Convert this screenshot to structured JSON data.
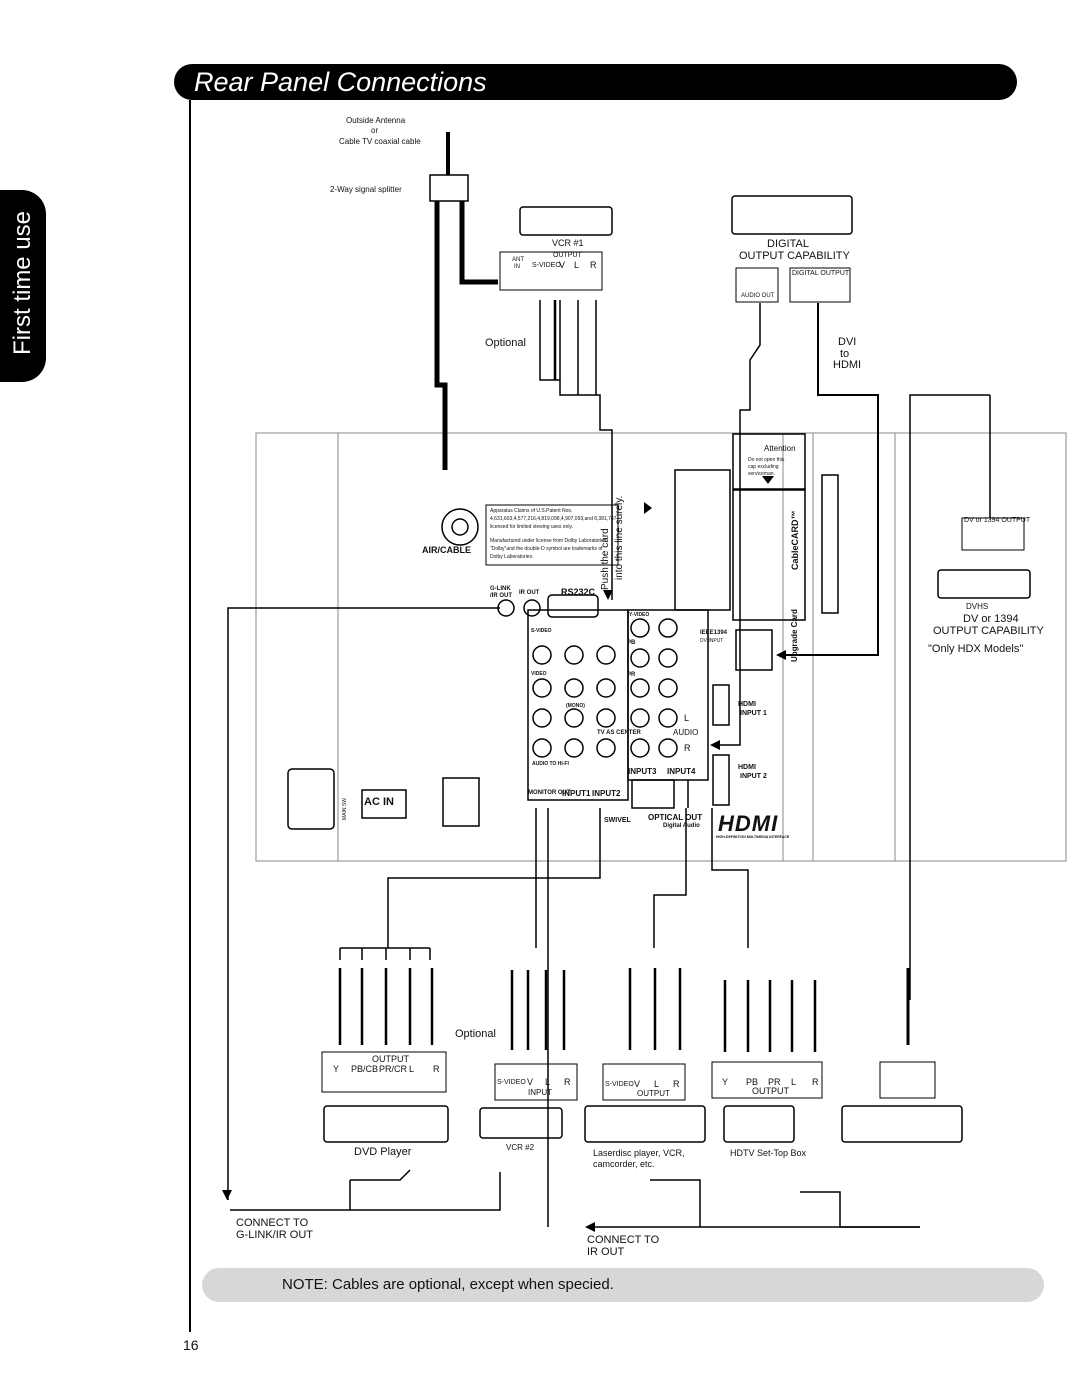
{
  "header": {
    "title": "Rear Panel Connections"
  },
  "side_tab": {
    "label": "First time use"
  },
  "antenna": {
    "source_line1": "Outside Antenna",
    "source_or": "or",
    "source_line2": "Cable TV coaxial cable",
    "splitter": "2-Way signal splitter"
  },
  "vcr1": {
    "name": "VCR #1",
    "output": "OUTPUT",
    "ant": "ANT",
    "in": "IN",
    "svideo": "S-VIDEO",
    "v": "V",
    "l": "L",
    "r": "R",
    "optional": "Optional"
  },
  "digital": {
    "line1": "DIGITAL",
    "line2": "OUTPUT CAPABILITY",
    "digital_output": "DIGITAL OUTPUT",
    "audio_out": "AUDIO OUT",
    "dvi": "DVI",
    "to": "to",
    "hdmi": "HDMI"
  },
  "dvhs": {
    "port": "DV or 1394 OUTPUT",
    "name": "DVHS",
    "line1": "DV or 1394",
    "line2": "OUTPUT CAPABILITY",
    "models": "\"Only  HDX Models\""
  },
  "panel": {
    "air_cable": "AIR/CABLE",
    "patent1": "Apparatus Claims of U.S.Patent Nos.",
    "patent2": "4,631,603,4,577,216,4,819,098,4,907,093,and 6,381,747",
    "patent3": "licensed for limited viewing uses only.",
    "dolby1": "Manufactured under license from Dolby Laboratories.",
    "dolby2": "\"Dolby\"and the double-D symbol are trademarks of",
    "dolby3": "Dolby Laboratories.",
    "push_card": "Push the card",
    "into_line": "into this line surely.",
    "attention": "Attention",
    "attention_text1": "Do not open this",
    "attention_text2": "cap excluding",
    "attention_text3": "serviceman.",
    "cablecard": "CableCARD™",
    "upgrade_card": "Upgrade Card",
    "glink": "G-LINK",
    "ir_out_small": "/IR OUT",
    "ir_out": "IR OUT",
    "rs232c": "RS232C",
    "svideo": "S-VIDEO",
    "video": "VIDEO",
    "mono": "(MONO)",
    "yvideo": "Y-VIDEO",
    "pb": "PB",
    "pr": "PR",
    "ieee": "IEEE1394",
    "dv_input": "DV INPUT",
    "hdmi": "HDMI",
    "input1_hdmi": "INPUT 1",
    "input2_hdmi": "INPUT 2",
    "l": "L",
    "r": "R",
    "tv_as_center": "TV AS CENTER",
    "audio": "AUDIO",
    "audio_to_hifi": "AUDIO TO HI-FI",
    "monitor_out": "MONITOR OUT",
    "input1": "INPUT1",
    "input2": "INPUT2",
    "input3": "INPUT3",
    "input4": "INPUT4",
    "swivel": "SWIVEL",
    "optical_out": "OPTICAL  OUT",
    "digital_audio": "Digital  Audio",
    "hdmi_logo": "HDMI",
    "hdmi_tagline": "HIGH-DEFINITION MULTIMEDIA INTERFACE",
    "ac_in": "AC  IN",
    "main_sw": "MAIN SW"
  },
  "bottom_devices": {
    "dvd_output": "OUTPUT",
    "dvd_ports": [
      "Y",
      "PB/CB",
      "PR/CR",
      "L",
      "R"
    ],
    "dvd_name": "DVD Player",
    "optional": "Optional",
    "vcr2_input": "INPUT",
    "vcr2_svideo": "S-VIDEO",
    "vcr2_v": "V",
    "vcr2_l": "L",
    "vcr2_r": "R",
    "vcr2_name": "VCR #2",
    "laser_output": "OUTPUT",
    "laser_svideo": "S-VIDEO",
    "laser_v": "V",
    "laser_l": "L",
    "laser_r": "R",
    "laser_name1": "Laserdisc player, VCR,",
    "laser_name2": "camcorder, etc.",
    "hdtv_output": "OUTPUT",
    "hdtv_ports": [
      "Y",
      "PB",
      "PR",
      "L",
      "R"
    ],
    "hdtv_name": "HDTV Set-Top Box"
  },
  "connect_glink": {
    "line1": "CONNECT TO",
    "line2": "G-LINK/IR OUT"
  },
  "connect_irout": {
    "line1": "CONNECT TO",
    "line2": "IR OUT"
  },
  "note": {
    "text": "NOTE: Cables are optional, except when specied."
  },
  "page": {
    "number": "16"
  }
}
